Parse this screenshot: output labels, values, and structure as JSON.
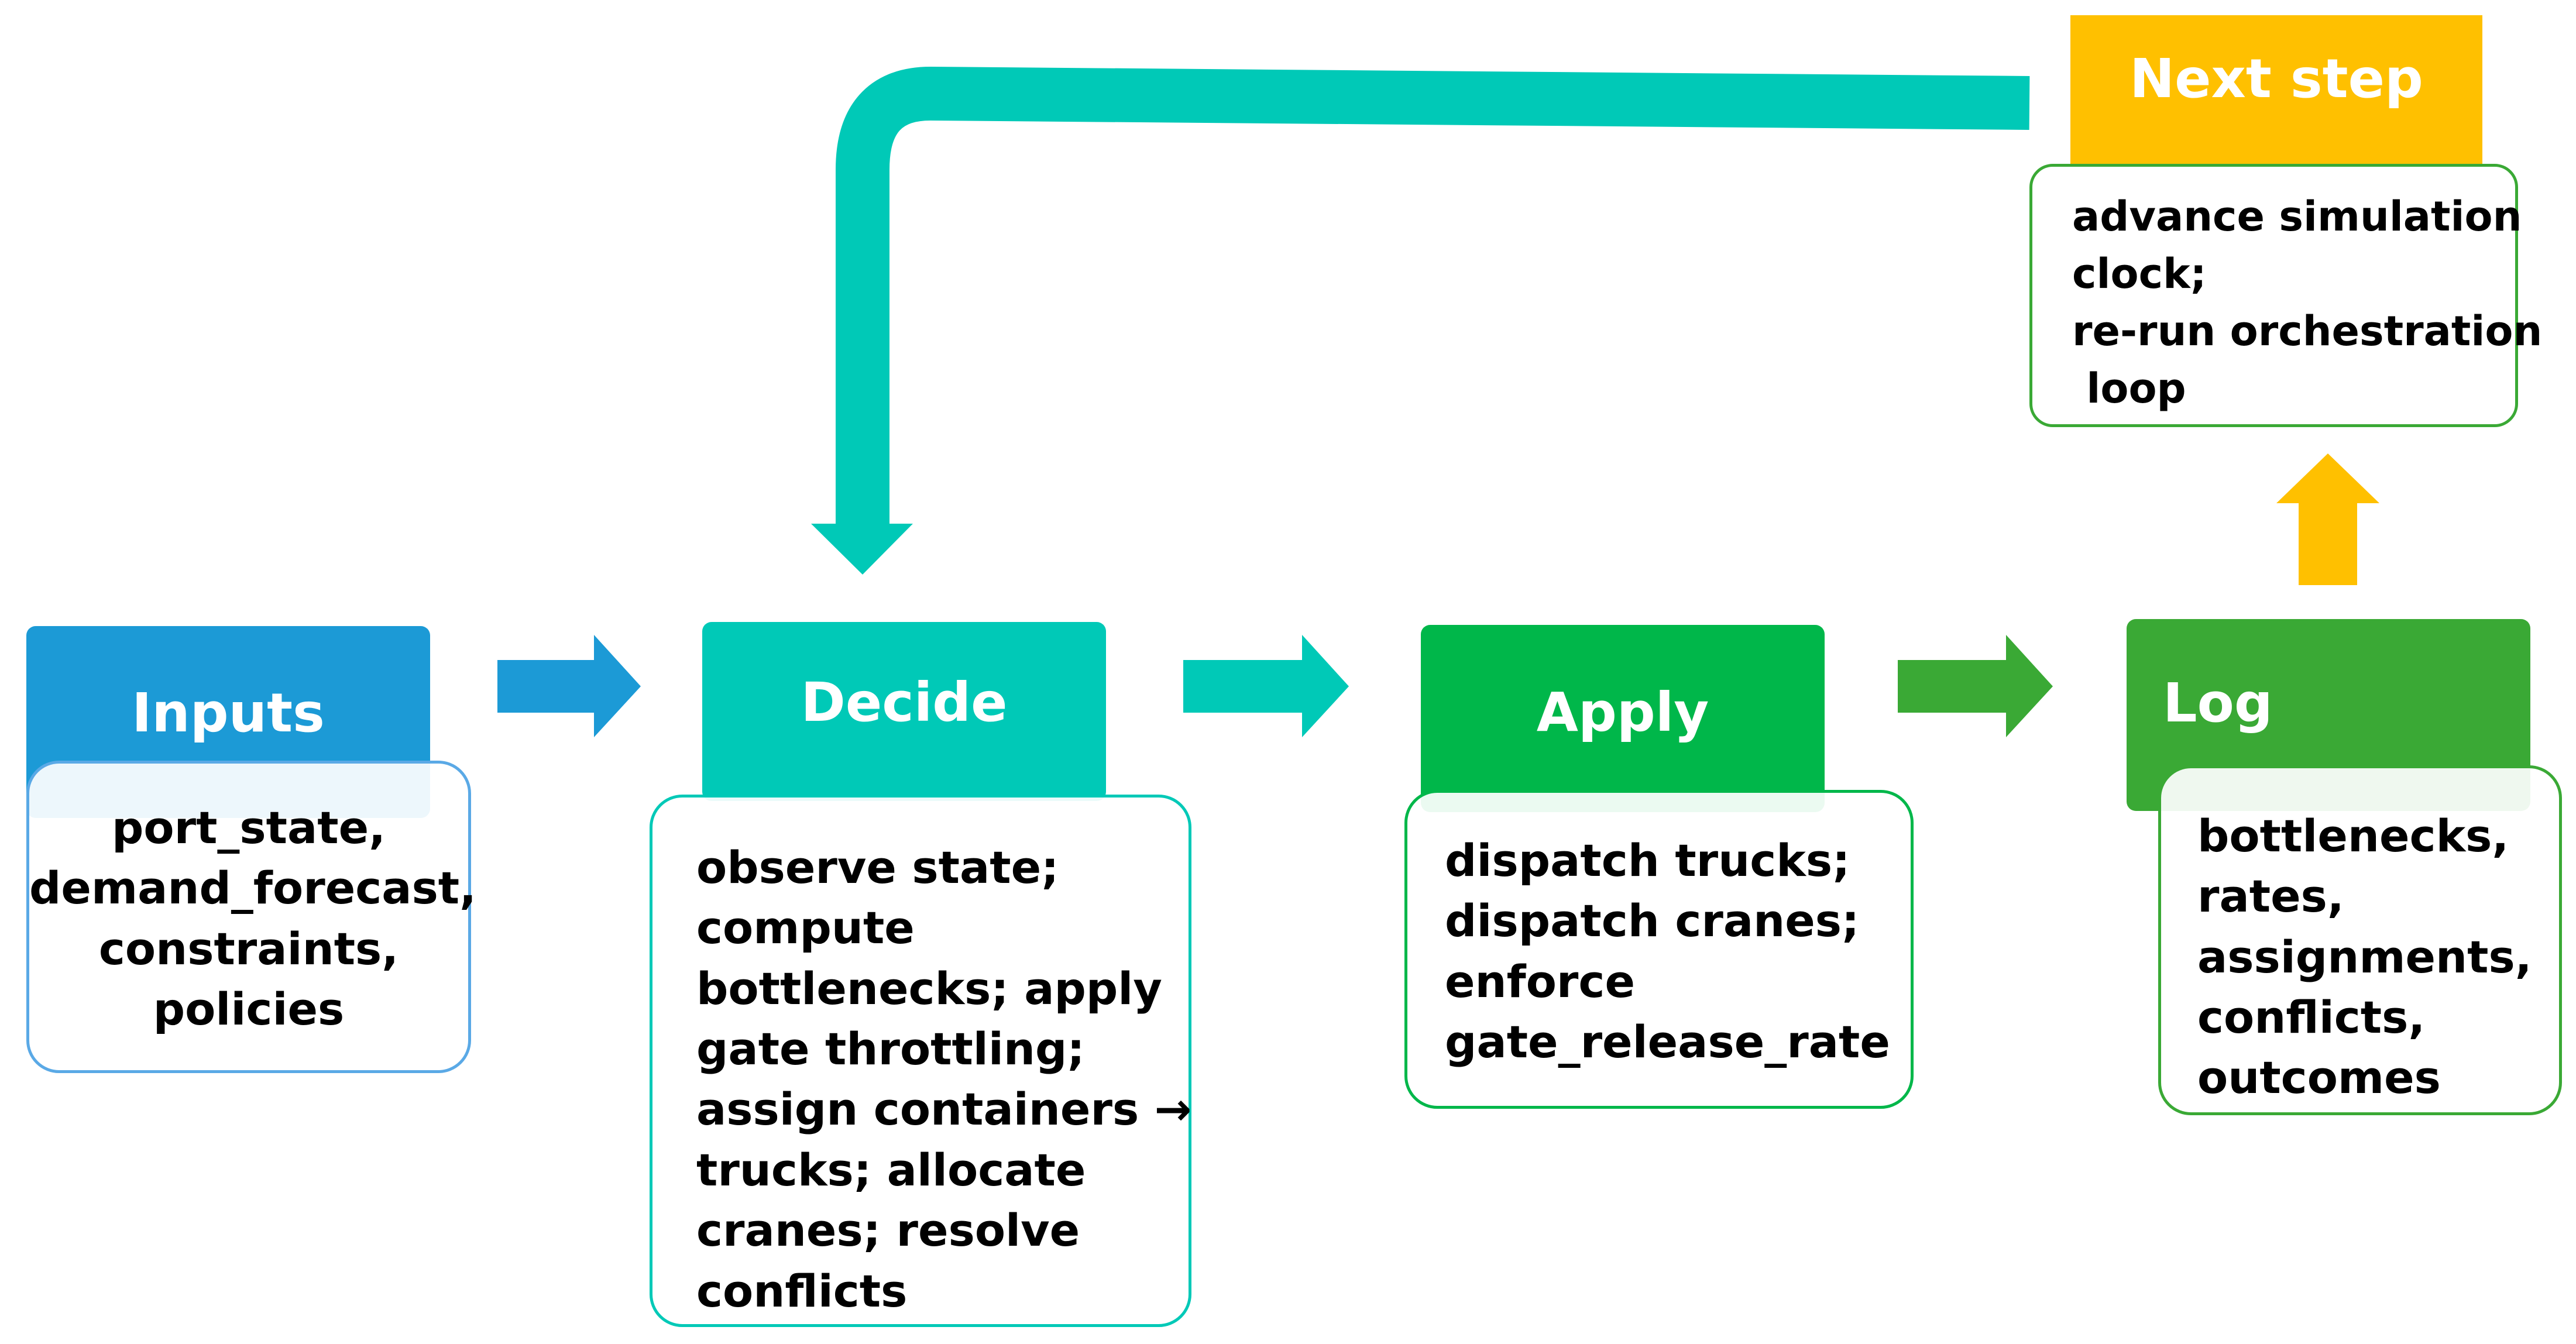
{
  "colors": {
    "inputs": "#1c9ad6",
    "decide": "#00c9b7",
    "apply": "#00b74a",
    "log": "#3aa935",
    "next_step": "#ffc000"
  },
  "nodes": {
    "inputs": {
      "title": "Inputs",
      "lines": [
        "port_state,",
        "demand_forecast,",
        "constraints,",
        "policies"
      ]
    },
    "decide": {
      "title": "Decide",
      "lines": [
        "observe state;",
        "compute",
        "bottlenecks; apply",
        "gate throttling;",
        "assign containers →",
        "trucks; allocate",
        "cranes; resolve",
        "conflicts"
      ]
    },
    "apply": {
      "title": "Apply",
      "lines": [
        "dispatch trucks;",
        "dispatch cranes;",
        "enforce",
        "gate_release_rate"
      ]
    },
    "log": {
      "title": "Log",
      "lines": [
        "bottlenecks,",
        "rates,",
        "assignments,",
        "conflicts,",
        "outcomes"
      ]
    },
    "next_step": {
      "title": "Next step",
      "lines": [
        "advance simulation",
        "clock;",
        "re-run orchestration",
        " loop"
      ]
    }
  }
}
